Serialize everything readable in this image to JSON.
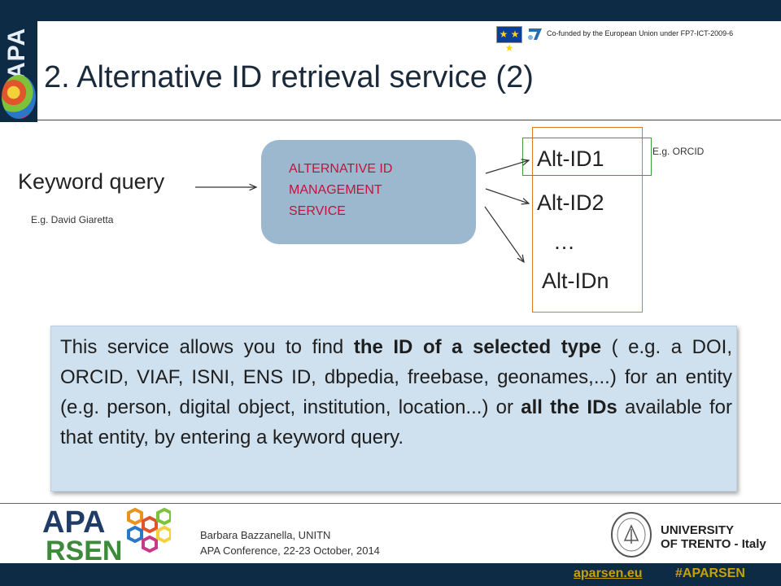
{
  "header": {
    "logo_text": "APA",
    "cofund_text": "Co-funded by the European Union under FP7-ICT-2009-6",
    "eu_flag_icon": "eu-flag-icon",
    "fp7_icon": "fp7-logo-icon"
  },
  "title": "2. Alternative ID retrieval service (2)",
  "diagram": {
    "keyword_query": "Keyword query",
    "keyword_example": "E.g. David Giaretta",
    "service_lines": [
      "ALTERNATIVE ID",
      "MANAGEMENT",
      "SERVICE"
    ],
    "alt_ids": [
      "Alt-ID1",
      "Alt-ID2",
      "…",
      "Alt-IDn"
    ],
    "orcid_example": "E.g. ORCID",
    "colors": {
      "service_box": "#9cb8cf",
      "service_text": "#c0143c",
      "column_border": "#e07a22",
      "highlight_border": "#3aa03a"
    }
  },
  "description": {
    "part1": "This service allows you to find ",
    "bold1": "the ID of a selected type",
    "part2": " ( e.g. a DOI, ORCID, VIAF, ISNI, ENS ID, dbpedia, freebase, geonames,...) for an entity (e.g. person, digital object, institution, location...) or ",
    "bold2": "all the IDs",
    "part3": " available for that entity, by entering a keyword query."
  },
  "footer": {
    "logo_line1": "APA",
    "logo_line2": "RSEN",
    "author": "Barbara Bazzanella, UNITN",
    "conference": "APA Conference, 22-23 October, 2014",
    "university_line1": "UNIVERSITY",
    "university_line2": "OF TRENTO - Italy",
    "link": "aparsen.eu",
    "hashtag": "#APARSEN",
    "accent_color": "#c8a000",
    "band_color": "#0d2b45"
  }
}
